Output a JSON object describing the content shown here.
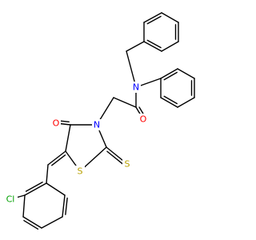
{
  "molecule": {
    "atoms": {
      "n_amide": {
        "text": "N",
        "color": "#0000ff"
      },
      "o_amide": {
        "text": "O",
        "color": "#ff0000"
      },
      "n_ring": {
        "text": "N",
        "color": "#0000ff"
      },
      "o_ring": {
        "text": "O",
        "color": "#ff0000"
      },
      "s_ring": {
        "text": "S",
        "color": "#b8a000"
      },
      "s_thione": {
        "text": "S",
        "color": "#b8a000"
      },
      "cl": {
        "text": "Cl",
        "color": "#00a000"
      }
    }
  }
}
